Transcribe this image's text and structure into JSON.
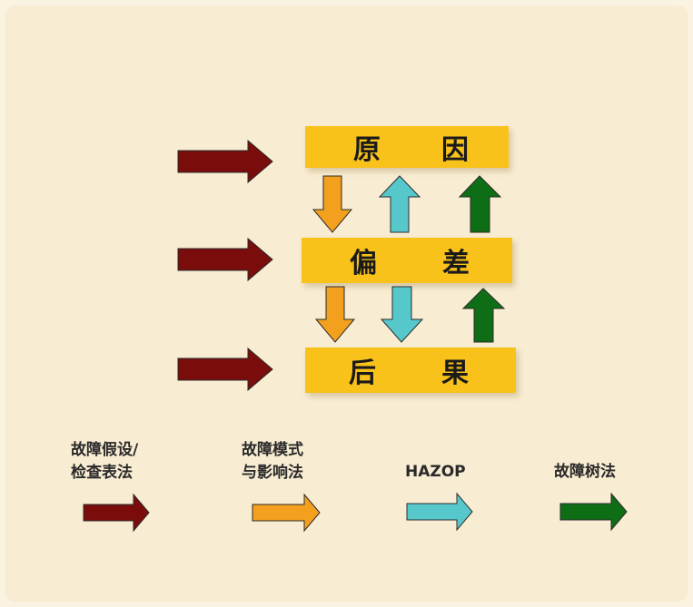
{
  "boxes": {
    "cause": {
      "left_char": "原",
      "right_char": "因"
    },
    "deviation": {
      "left_char": "偏",
      "right_char": "差"
    },
    "consequence": {
      "left_char": "后",
      "right_char": "果"
    }
  },
  "legend": {
    "fault_hypothesis": {
      "line1": "故障假设/",
      "line2": "检查表法",
      "color": "#7a0c0c"
    },
    "fmea": {
      "line1": "故障模式",
      "line2": "与影响法",
      "color": "#f3a01e"
    },
    "hazop": {
      "line1": "HAZOP",
      "color": "#56c8cc"
    },
    "fault_tree": {
      "line1": "故障树法",
      "color": "#0e6e16"
    }
  }
}
